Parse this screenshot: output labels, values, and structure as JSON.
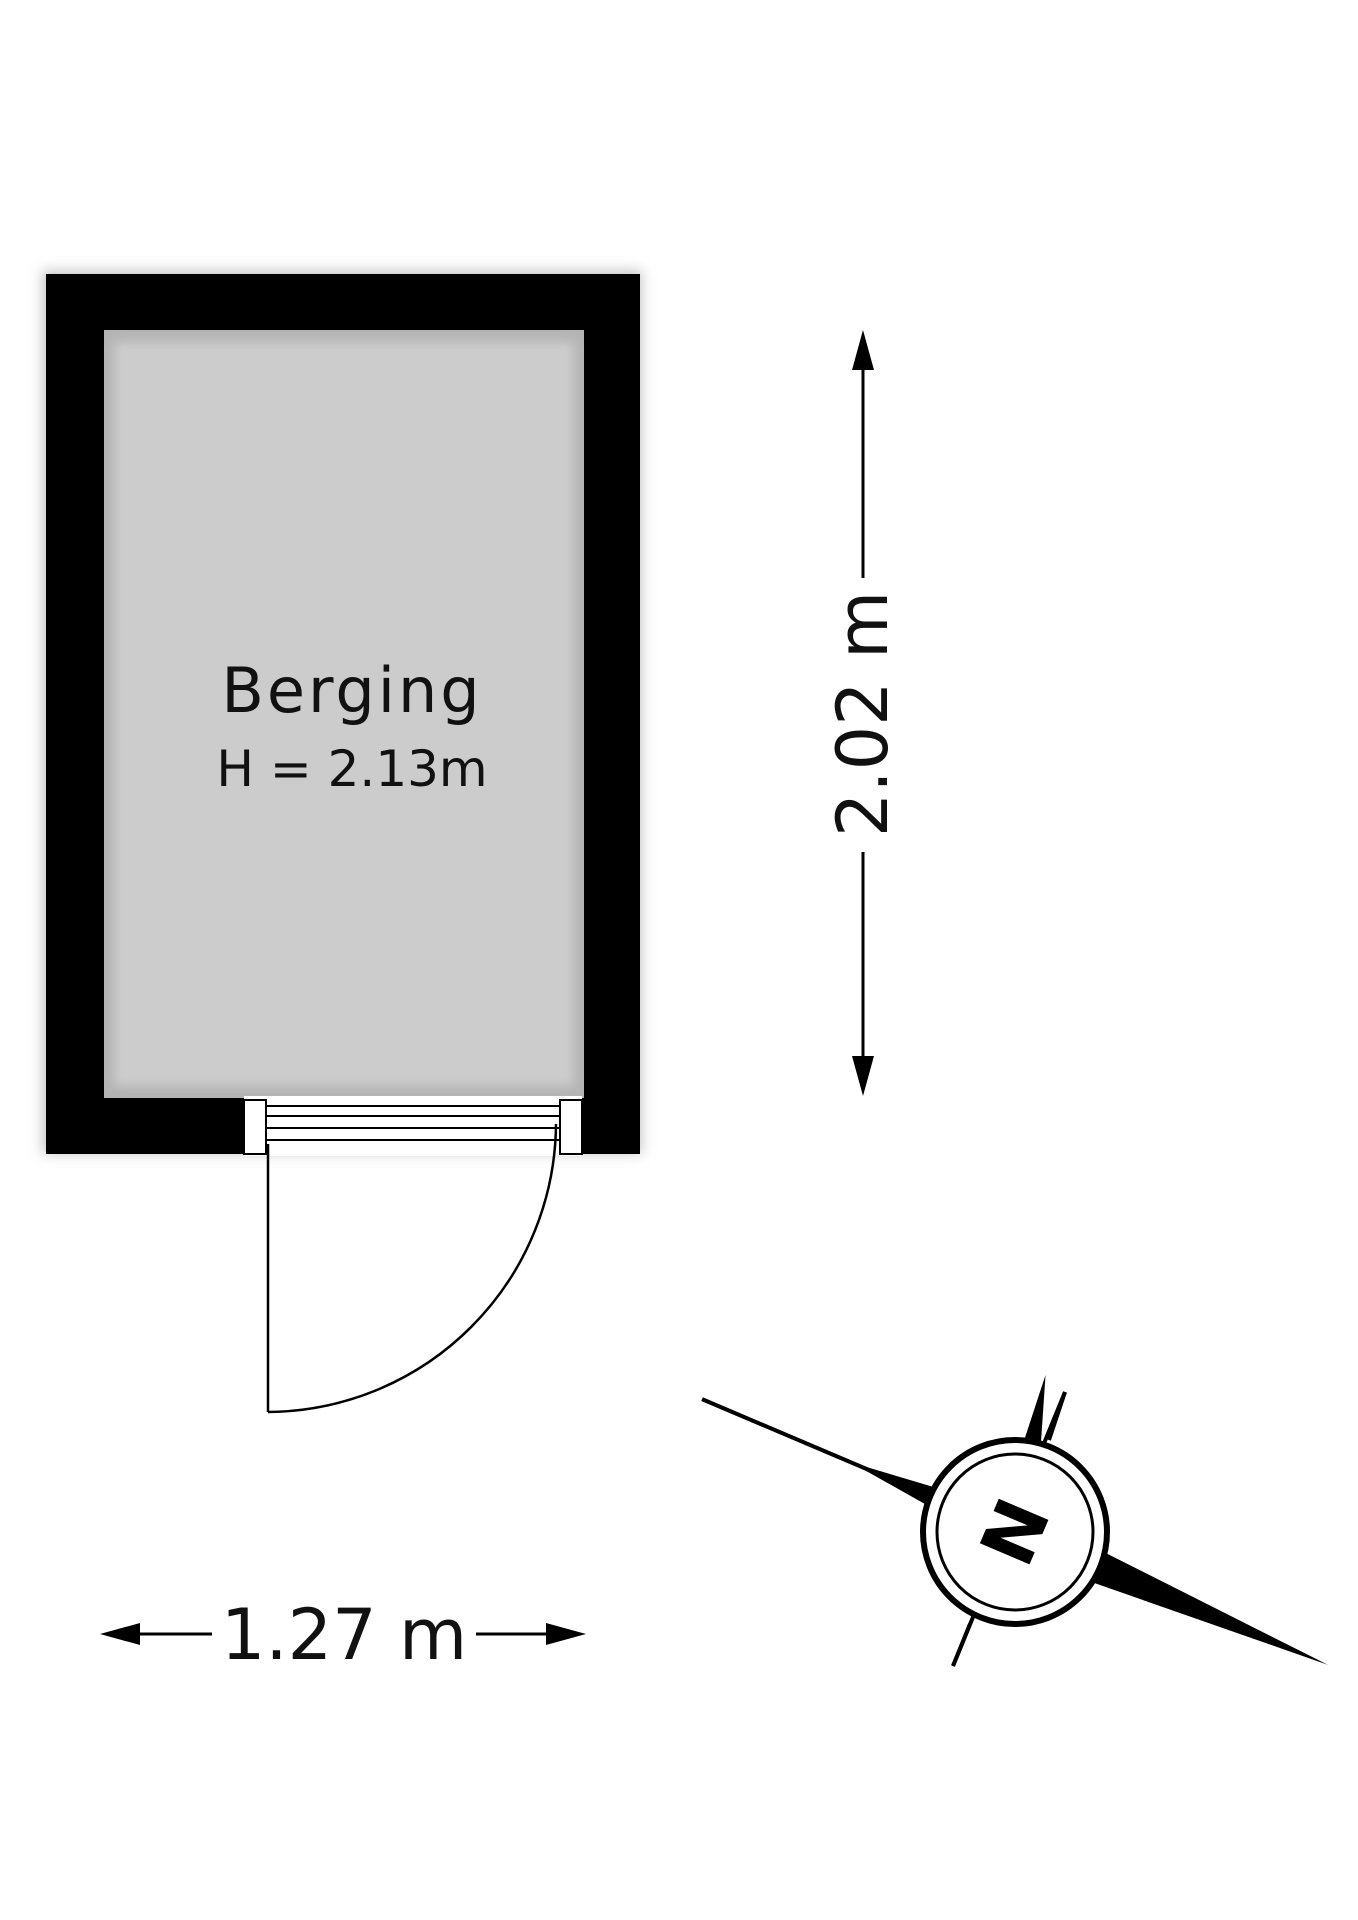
{
  "room": {
    "name": "Berging",
    "height_label": "H = 2.13m"
  },
  "dimensions": {
    "width_label": "1.27 m",
    "depth_label": "2.02 m"
  },
  "compass": {
    "letter": "N"
  },
  "colors": {
    "wall": "#000000",
    "floor": "#cccccc",
    "background": "#ffffff",
    "line": "#000000"
  }
}
